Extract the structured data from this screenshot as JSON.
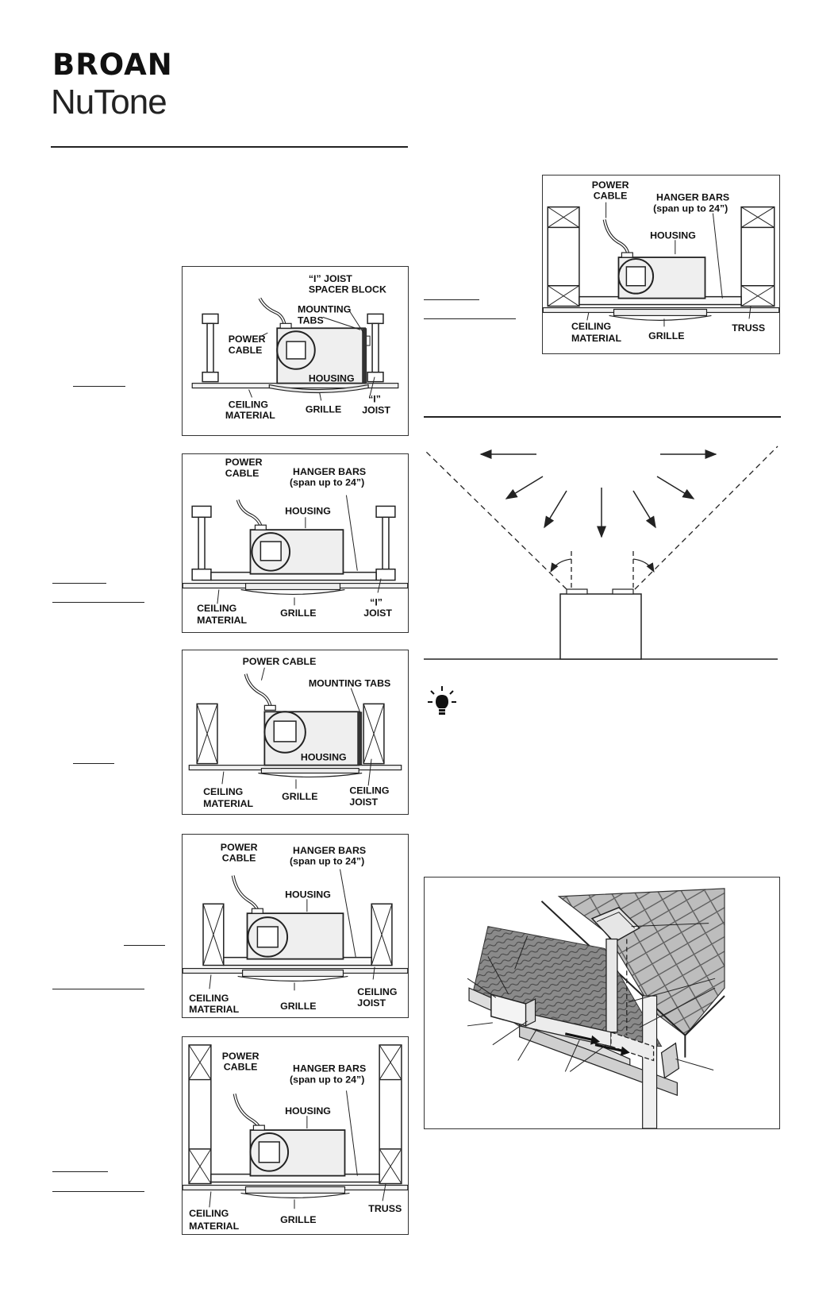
{
  "brand": {
    "line1": "BROAN",
    "line2": "NuTone"
  },
  "fig_i_joist_spacer": {
    "i_joist_spacer": [
      "“I” JOIST",
      "SPACER BLOCK"
    ],
    "mounting_tabs": [
      "MOUNTING",
      "TABS"
    ],
    "power_cable": [
      "POWER",
      "CABLE"
    ],
    "housing": "HOUSING",
    "ceiling_material": [
      "CEILING",
      "MATERIAL"
    ],
    "grille": "GRILLE",
    "i_joist": [
      "“I”",
      "JOIST"
    ]
  },
  "fig_i_joist_hanger": {
    "power_cable": [
      "POWER",
      "CABLE"
    ],
    "hanger_bars": [
      "HANGER BARS",
      "(span up to 24”)"
    ],
    "housing": "HOUSING",
    "ceiling_material": [
      "CEILING",
      "MATERIAL"
    ],
    "grille": "GRILLE",
    "i_joist": [
      "“I”",
      "JOIST"
    ]
  },
  "fig_joist_tabs": {
    "power_cable": "POWER CABLE",
    "mounting_tabs": "MOUNTING TABS",
    "housing": "HOUSING",
    "ceiling_material": [
      "CEILING",
      "MATERIAL"
    ],
    "grille": "GRILLE",
    "ceiling_joist": [
      "CEILING",
      "JOIST"
    ]
  },
  "fig_joist_hanger": {
    "power_cable": [
      "POWER",
      "CABLE"
    ],
    "hanger_bars": [
      "HANGER BARS",
      "(span up to 24”)"
    ],
    "housing": "HOUSING",
    "ceiling_material": [
      "CEILING",
      "MATERIAL"
    ],
    "grille": "GRILLE",
    "ceiling_joist": [
      "CEILING",
      "JOIST"
    ]
  },
  "fig_truss_hanger_left": {
    "power_cable": [
      "POWER",
      "CABLE"
    ],
    "hanger_bars": [
      "HANGER BARS",
      "(span up to 24”)"
    ],
    "housing": "HOUSING",
    "ceiling_material": [
      "CEILING",
      "MATERIAL"
    ],
    "grille": "GRILLE",
    "truss": "TRUSS"
  },
  "fig_truss_hanger_right": {
    "power_cable": [
      "POWER",
      "CABLE"
    ],
    "hanger_bars": [
      "HANGER BARS",
      "(span up to 24”)"
    ],
    "housing": "HOUSING",
    "ceiling_material": [
      "CEILING",
      "MATERIAL"
    ],
    "grille": "GRILLE",
    "truss": "TRUSS"
  },
  "icons": {
    "tip": "lightbulb-icon"
  }
}
